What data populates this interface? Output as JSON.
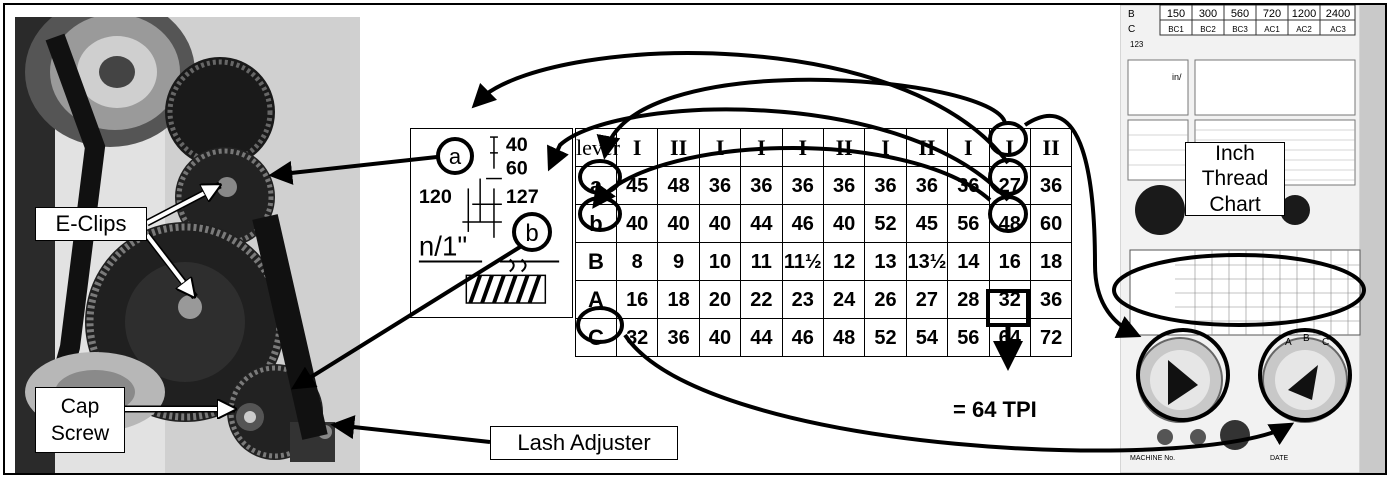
{
  "callouts": {
    "e_clips": "E-Clips",
    "cap_screw": "Cap Screw",
    "lash_adjuster": "Lash Adjuster",
    "inch_thread_chart": "Inch Thread Chart",
    "result": "= 64 TPI"
  },
  "gear_chart": {
    "gear_a": "a",
    "gear_b": "b",
    "gear_40": "40",
    "gear_60": "60",
    "gear_120": "120",
    "gear_127": "127",
    "n_label": "n/1\""
  },
  "thread_table": {
    "header_label": "lever",
    "lever_positions": [
      "I",
      "II",
      "I",
      "I",
      "I",
      "II",
      "I",
      "II",
      "I",
      "I",
      "II"
    ],
    "rows": [
      {
        "label": "a",
        "values": [
          "45",
          "48",
          "36",
          "36",
          "36",
          "36",
          "36",
          "36",
          "36",
          "27",
          "36"
        ]
      },
      {
        "label": "b",
        "values": [
          "40",
          "40",
          "40",
          "44",
          "46",
          "40",
          "52",
          "45",
          "56",
          "48",
          "60"
        ]
      },
      {
        "label": "B",
        "values": [
          "8",
          "9",
          "10",
          "11",
          "11½",
          "12",
          "13",
          "13½",
          "14",
          "16",
          "18"
        ]
      },
      {
        "label": "A",
        "values": [
          "16",
          "18",
          "20",
          "22",
          "23",
          "24",
          "26",
          "27",
          "28",
          "32",
          "36"
        ]
      },
      {
        "label": "C",
        "values": [
          "32",
          "36",
          "40",
          "44",
          "46",
          "48",
          "52",
          "54",
          "56",
          "64",
          "72"
        ]
      }
    ]
  },
  "machine_panel": {
    "feed_values": [
      "150",
      "300",
      "560",
      "720",
      "1200",
      "2400"
    ],
    "feed_codes": [
      "BC1",
      "BC2",
      "BC3",
      "AC1",
      "AC2",
      "AC3"
    ],
    "dial_labels": [
      "A",
      "B",
      "C"
    ],
    "row_label_b": "B",
    "row_label_c": "C",
    "code_123": "123",
    "in_mm": "in/",
    "machine_no_label": "MACHINE No.",
    "date_label": "DATE"
  }
}
